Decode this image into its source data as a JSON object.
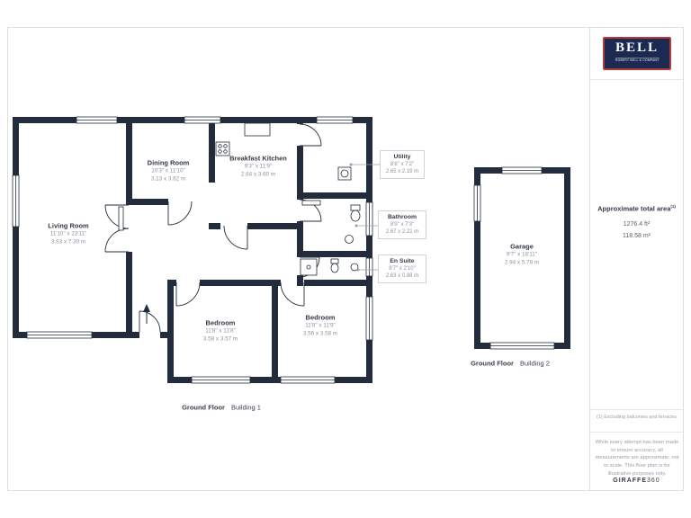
{
  "brand": {
    "name": "BELL",
    "subtitle": "ROBERT BELL & COMPANY"
  },
  "sidebar": {
    "area_title": "Approximate total area",
    "area_sup": "(1)",
    "area_ft": "1276.4 ft²",
    "area_m": "118.58 m²",
    "footnote": "(1) Excluding balconies and terraces",
    "disclaimer": "While every attempt has been made to ensure accuracy, all measurements are approximate, not to scale. This floor plan is for illustrative purposes only.",
    "logo_text": "GIRAFFE",
    "logo_suffix": "360"
  },
  "floorplan": {
    "building1": {
      "caption_bold": "Ground Floor",
      "caption_regular": "Building 1",
      "rooms": [
        {
          "name": "Living Room",
          "dims_ft": "11'10\" x 23'11\"",
          "dims_m": "3.63 x 7.30 m"
        },
        {
          "name": "Dining Room",
          "dims_ft": "10'3\" x 11'10\"",
          "dims_m": "3.13 x 3.62 m"
        },
        {
          "name": "Breakfast Kitchen",
          "dims_ft": "9'3\" x 11'9\"",
          "dims_m": "2.84 x 3.60 m"
        },
        {
          "name": "Bedroom",
          "dims_ft": "11'8\" x 11'8\"",
          "dims_m": "3.58 x 3.57 m"
        },
        {
          "name": "Bedroom",
          "dims_ft": "11'8\" x 11'9\"",
          "dims_m": "3.56 x 3.58 m"
        }
      ],
      "boxed_labels": [
        {
          "name": "Utility",
          "dims_ft": "8'8\" x 7'2\"",
          "dims_m": "2.65 x 2.19 m"
        },
        {
          "name": "Bathroom",
          "dims_ft": "8'9\" x 7'3\"",
          "dims_m": "2.67 x 2.22 m"
        },
        {
          "name": "En Suite",
          "dims_ft": "8'7\" x 2'10\"",
          "dims_m": "2.63 x 0.88 m"
        }
      ]
    },
    "building2": {
      "caption_bold": "Ground Floor",
      "caption_regular": "Building 2",
      "rooms": [
        {
          "name": "Garage",
          "dims_ft": "9'7\" x 18'11\"",
          "dims_m": "2.94 x 5.78 m"
        }
      ]
    }
  },
  "colors": {
    "wall": "#232c3d",
    "logo_navy": "#1c2a52",
    "logo_red": "#b03b3b"
  }
}
